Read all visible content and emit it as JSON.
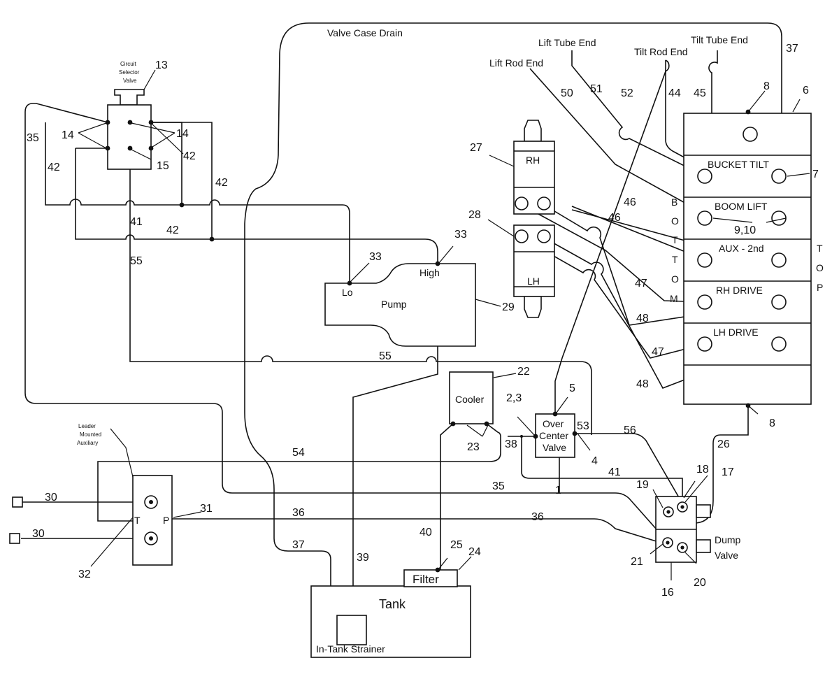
{
  "labels": {
    "valve_case_drain": "Valve Case Drain",
    "lift_tube_end": "Lift Tube End",
    "tilt_tube_end": "Tilt Tube End",
    "tilt_rod_end": "Tilt Rod End",
    "lift_rod_end": "Lift Rod End",
    "circuit_selector_line1": "Circuit",
    "circuit_selector_line2": "Selector",
    "circuit_selector_line3": "Valve",
    "leader_line1": "Leader",
    "leader_line2": "Mounted",
    "leader_line3": "Auxiliary",
    "bucket_tilt": "BUCKET TILT",
    "boom_lift": "BOOM LIFT",
    "aux_2nd": "AUX - 2nd",
    "rh_drive": "RH DRIVE",
    "lh_drive": "LH DRIVE",
    "bottom_letters": [
      "B",
      "O",
      "T",
      "T",
      "O",
      "M"
    ],
    "top_letters": [
      "T",
      "O",
      "P"
    ],
    "rh": "RH",
    "lh": "LH",
    "pump": "Pump",
    "high": "High",
    "lo": "Lo",
    "cooler": "Cooler",
    "over": "Over",
    "center": "Center",
    "valve": "Valve",
    "filter": "Filter",
    "tank": "Tank",
    "strainer": "In-Tank Strainer",
    "dump": "Dump",
    "dump_valve": "Valve",
    "t_port": "T",
    "p_port": "P"
  },
  "refs": {
    "n13": "13",
    "n14a": "14",
    "n14b": "14",
    "n15": "15",
    "n35a": "35",
    "n42a": "42",
    "n42b": "42",
    "n42c": "42",
    "n42d": "42",
    "n41a": "41",
    "n55a": "55",
    "n55b": "55",
    "n37a": "37",
    "n37b": "37",
    "n50": "50",
    "n51": "51",
    "n52": "52",
    "n44": "44",
    "n45": "45",
    "n8a": "8",
    "n8b": "8",
    "n6": "6",
    "n7": "7",
    "n910": "9,10",
    "n46a": "46",
    "n46b": "46",
    "n47a": "47",
    "n47b": "47",
    "n48a": "48",
    "n48b": "48",
    "n27": "27",
    "n28": "28",
    "n33a": "33",
    "n33b": "33",
    "n29": "29",
    "n22": "22",
    "n23": "23",
    "n23b": "2,3",
    "n5": "5",
    "n53": "53",
    "n38": "38",
    "n4": "4",
    "n56": "56",
    "n26": "26",
    "n54": "54",
    "n41b": "41",
    "n35b": "35",
    "n1": "1",
    "n18": "18",
    "n17": "17",
    "n19": "19",
    "n36a": "36",
    "n36b": "36",
    "n30a": "30",
    "n30b": "30",
    "n31": "31",
    "n32": "32",
    "n40": "40",
    "n39": "39",
    "n25": "25",
    "n24": "24",
    "n21": "21",
    "n20": "20",
    "n16": "16"
  }
}
